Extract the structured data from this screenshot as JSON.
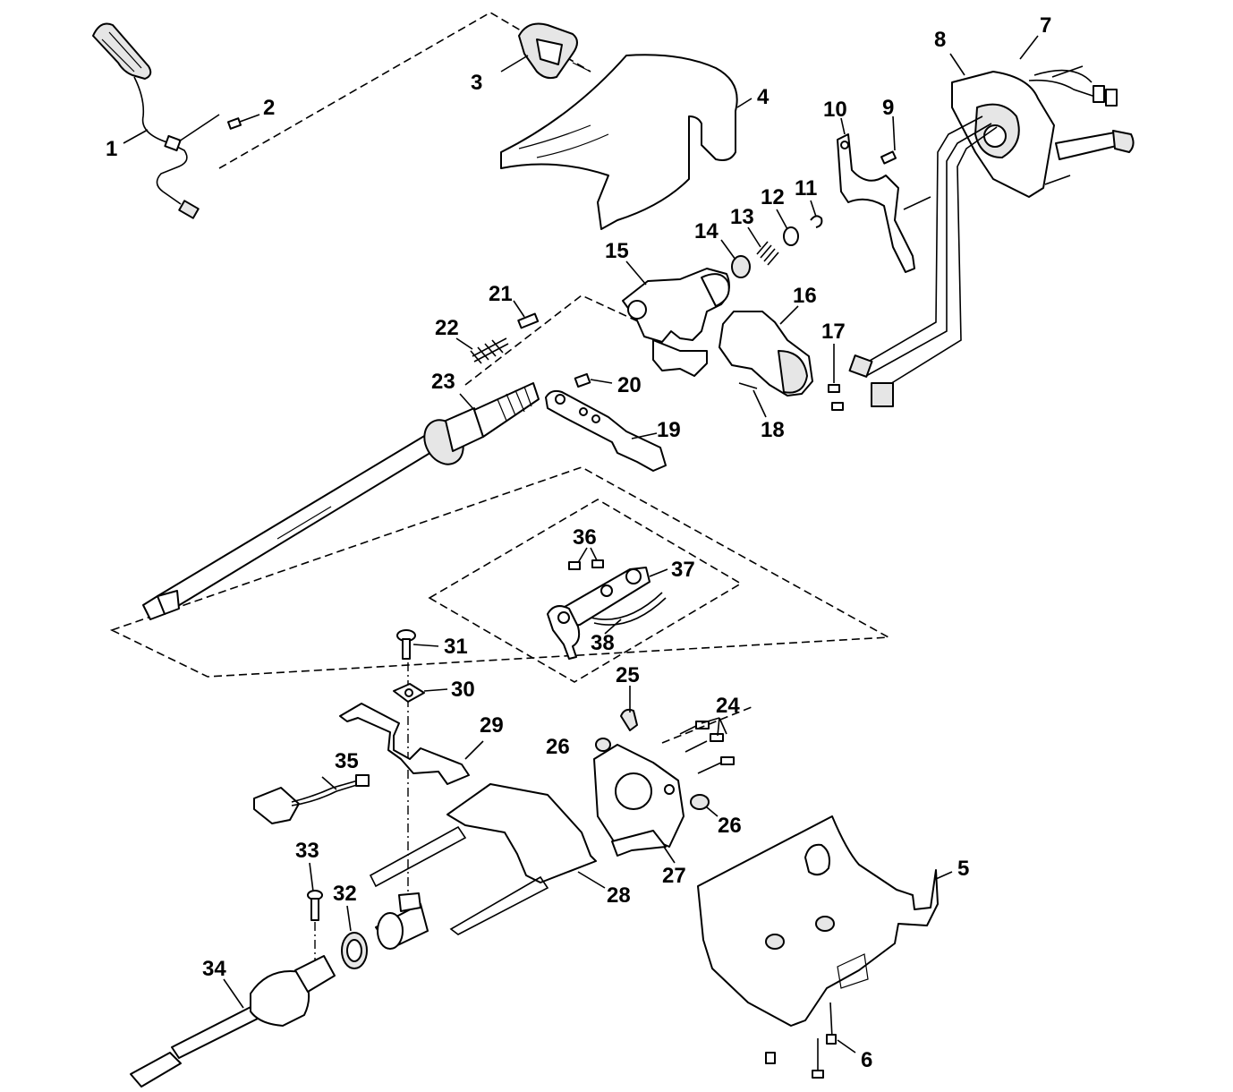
{
  "labels": {
    "l1": "1",
    "l2": "2",
    "l3": "3",
    "l4": "4",
    "l5": "5",
    "l6": "6",
    "l7": "7",
    "l8": "8",
    "l9": "9",
    "l10": "10",
    "l11": "11",
    "l12": "12",
    "l13": "13",
    "l14": "14",
    "l15": "15",
    "l16": "16",
    "l17": "17",
    "l18": "18",
    "l19": "19",
    "l20": "20",
    "l21": "21",
    "l22": "22",
    "l23": "23",
    "l24": "24",
    "l25": "25",
    "l26a": "26",
    "l26b": "26",
    "l27": "27",
    "l28": "28",
    "l29": "29",
    "l30": "30",
    "l31": "31",
    "l32": "32",
    "l33": "33",
    "l34": "34",
    "l35": "35",
    "l36": "36",
    "l37": "37",
    "l38": "38"
  }
}
